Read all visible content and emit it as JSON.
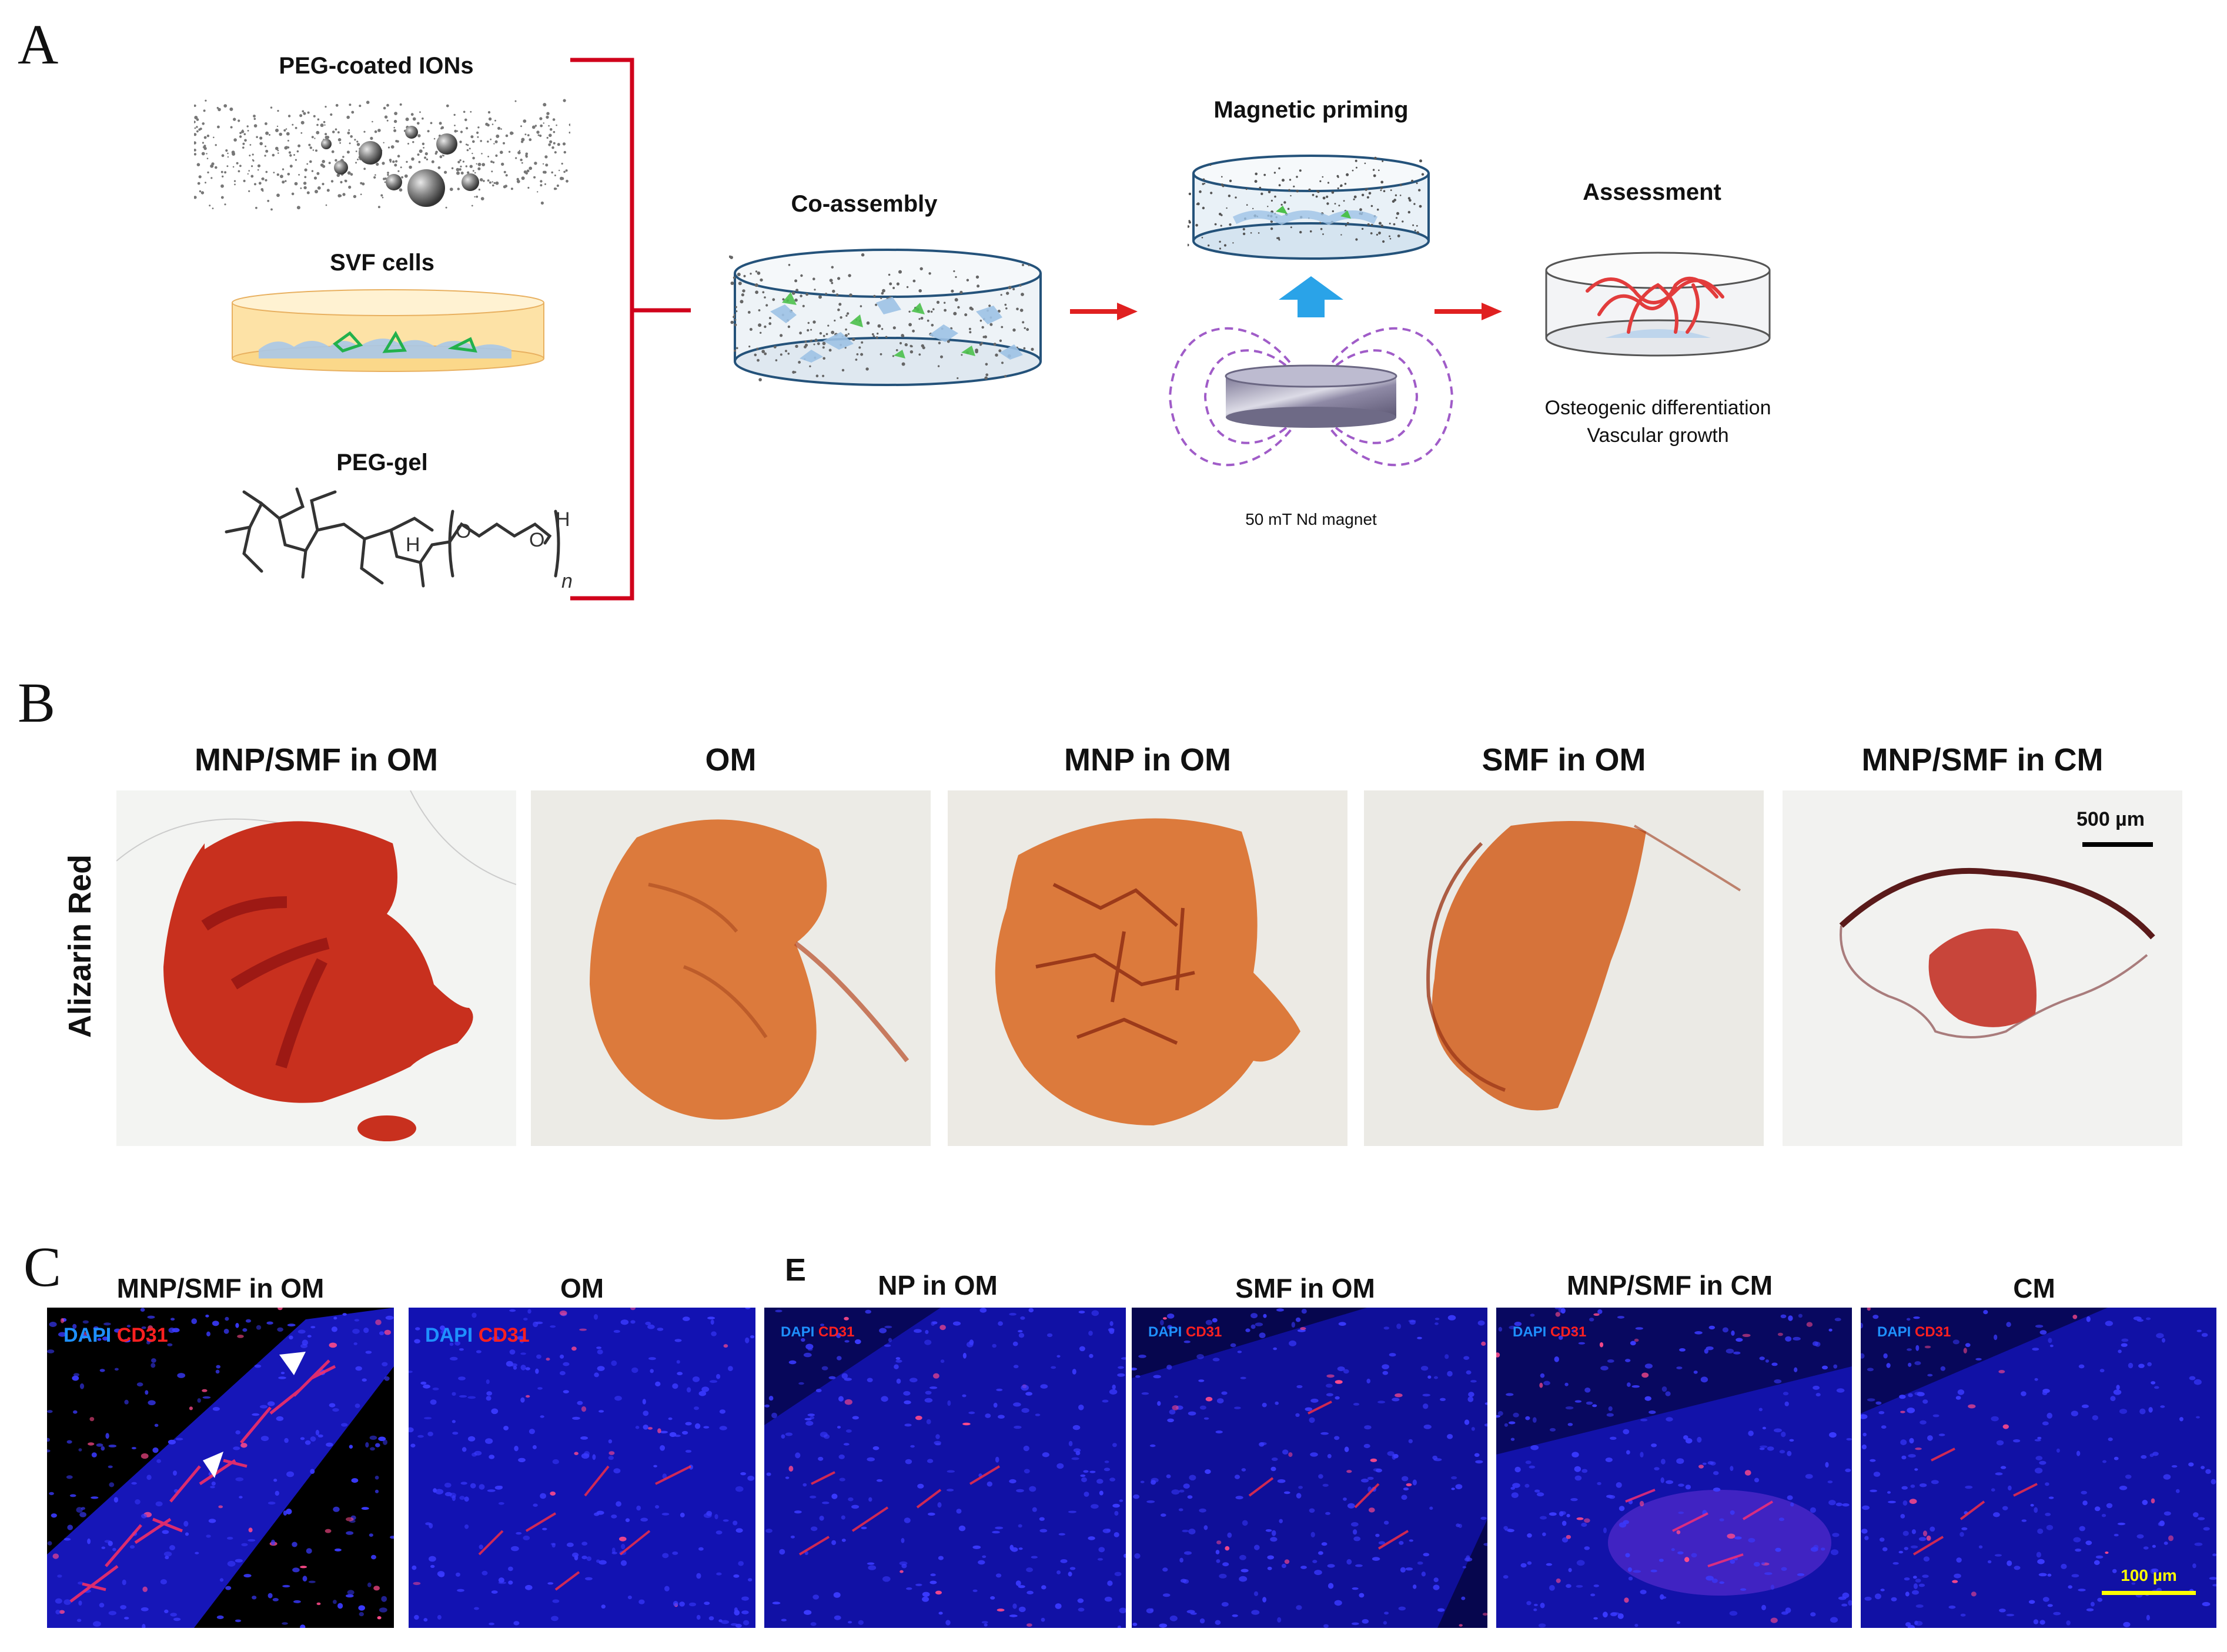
{
  "panel_a": {
    "letter": "A",
    "inputs": [
      {
        "label": "PEG-coated IONs"
      },
      {
        "label": "SVF cells"
      },
      {
        "label": "PEG-gel"
      }
    ],
    "steps": {
      "co_assembly": "Co-assembly",
      "magnetic_priming": "Magnetic priming",
      "assessment": "Assessment"
    },
    "magnet_label": "50 mT Nd magnet",
    "assessment_outcomes": [
      "Osteogenic differentiation",
      "Vascular growth"
    ],
    "chem_labels": {
      "oh": "O",
      "h": "H",
      "h2": "H",
      "n": "n"
    }
  },
  "panel_b": {
    "letter": "B",
    "row_label": "Alizarin Red",
    "scale_bar": "500 µm",
    "groups": [
      "MNP/SMF in OM",
      "OM",
      "MNP in OM",
      "SMF in OM",
      "MNP/SMF in CM"
    ]
  },
  "panel_c": {
    "letter": "C",
    "letter_e": "E",
    "stain_dapi": "DAPI",
    "stain_cd31": "CD31",
    "scale_bar": "100 µm",
    "groups": [
      "MNP/SMF in OM",
      "OM",
      "NP in OM",
      "SMF in OM",
      "MNP/SMF in CM",
      "CM"
    ]
  },
  "colors": {
    "bracket_red": "#d0021b",
    "arrow_red": "#e02020",
    "arrow_blue": "#2aa3e8",
    "field_purple": "#a05cc8",
    "alizarin": "#c8301e",
    "dapi_blue": "#1e90ff",
    "cd31_red": "#ff2020",
    "scale_yellow": "#ffff00"
  }
}
